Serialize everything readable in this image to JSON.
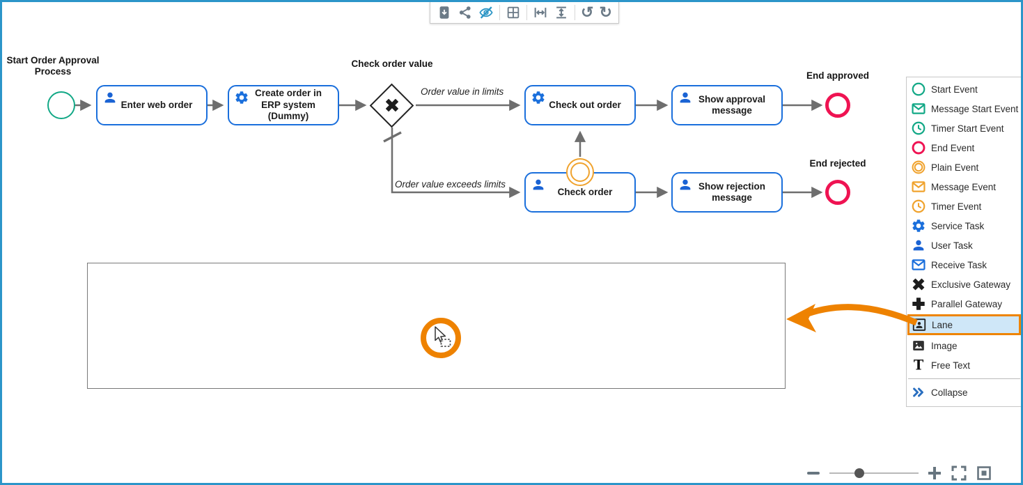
{
  "window": {
    "border_color": "#2c95c9"
  },
  "toolbar": {
    "icons": [
      "export",
      "share",
      "hide-comments",
      "grid",
      "fit-width",
      "fit-height",
      "undo",
      "redo"
    ],
    "undo_glyph": "↺",
    "redo_glyph": "↻"
  },
  "diagram": {
    "start_event_label": "Start Order Approval Process",
    "gateway_label": "Check order value",
    "end_approved_label": "End approved",
    "end_rejected_label": "End rejected",
    "tasks": [
      {
        "label": "Enter web order",
        "type": "user"
      },
      {
        "label": "Create order in ERP system (Dummy)",
        "type": "service"
      },
      {
        "label": "Check out order",
        "type": "service"
      },
      {
        "label": "Show approval message",
        "type": "user"
      },
      {
        "label": "Check order",
        "type": "user"
      },
      {
        "label": "Show rejection message",
        "type": "user"
      }
    ],
    "flow_labels": {
      "in_limits": "Order value in limits",
      "exceeds_limits": "Order value exceeds limits"
    },
    "colors": {
      "task_border": "#1a6fdc",
      "start_green": "#12a886",
      "end_red": "#ef1352",
      "event_orange": "#f0a32e",
      "connector_gray": "#6e6e6e",
      "highlight_orange": "#ee8200"
    }
  },
  "palette": {
    "items": [
      {
        "label": "Start Event"
      },
      {
        "label": "Message Start Event"
      },
      {
        "label": "Timer Start Event"
      },
      {
        "label": "End Event"
      },
      {
        "label": "Plain Event"
      },
      {
        "label": "Message Event"
      },
      {
        "label": "Timer Event"
      },
      {
        "label": "Service Task"
      },
      {
        "label": "User Task"
      },
      {
        "label": "Receive Task"
      },
      {
        "label": "Exclusive Gateway"
      },
      {
        "label": "Parallel Gateway"
      },
      {
        "label": "Lane",
        "selected": true
      },
      {
        "label": "Image"
      },
      {
        "label": "Free Text"
      },
      {
        "label": "Collapse"
      }
    ]
  }
}
